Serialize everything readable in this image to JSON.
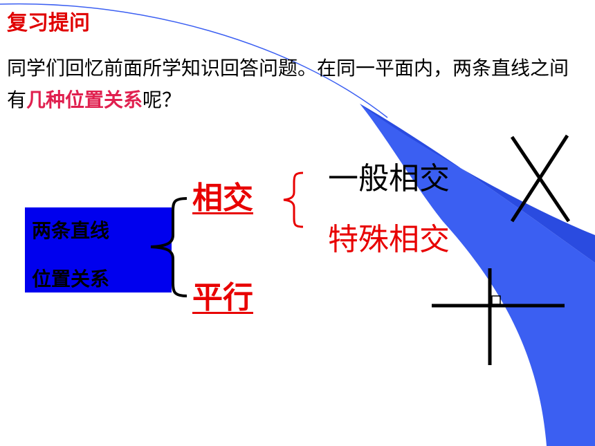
{
  "slide": {
    "title": "复习提问",
    "question_part1": "同学们回忆前面所学知识回答问题。在同一平面内，两条直线之间有",
    "question_highlight": "几种位置关系",
    "question_part2": "呢？",
    "box_line_1": "两条直线",
    "box_line_2": "位置关系",
    "category_intersect": "相交",
    "category_parallel": "平行",
    "sub_general": "一般相交",
    "sub_special": "特殊相交",
    "colors": {
      "title": "#e00000",
      "highlight": "#e0204f",
      "box": "#0000ee",
      "decor_blue": "#3b5ff2",
      "category": "#e80000"
    },
    "icons": [
      "crossing-lines-icon",
      "perpendicular-lines-icon",
      "right-angle-mark-icon"
    ]
  }
}
